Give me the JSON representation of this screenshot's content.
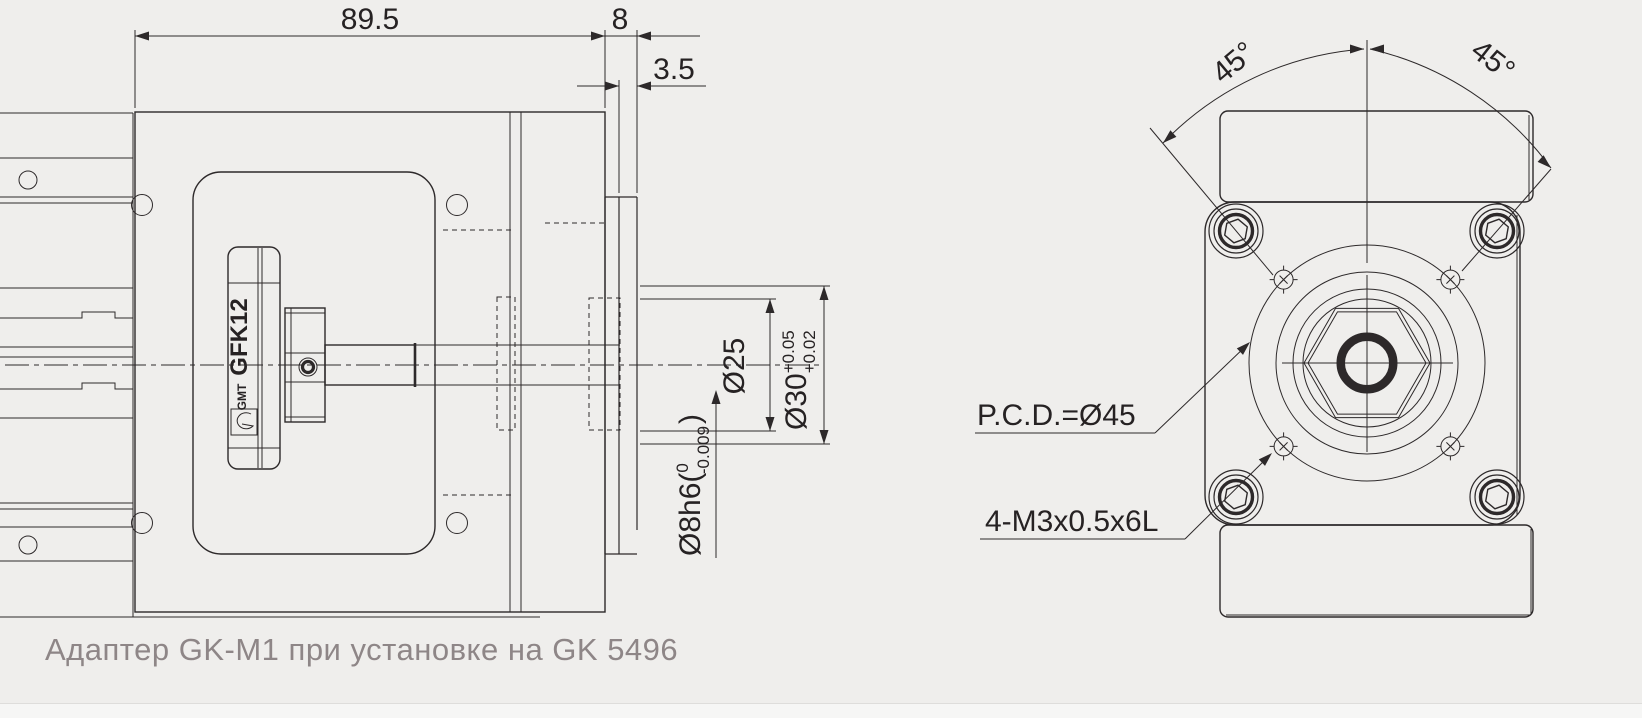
{
  "drawing": {
    "caption": "Адаптер GK-M1 при установке на GK 5496",
    "side": {
      "dim_length": "89.5",
      "dim_thickness": "8",
      "dim_step": "3.5",
      "dim_d25": "Ø25",
      "dim_d30": "Ø30",
      "d30_tol_up": "+0.05",
      "d30_tol_low": "+0.02",
      "d8_prefix": "Ø8h6(",
      "d8_tol_up": "0",
      "d8_tol_low": "-0.009",
      "d8_suffix": ")",
      "coupling_model": "GFK12",
      "coupling_brand": "GMT"
    },
    "front": {
      "angle_left": "45°",
      "angle_right": "45°",
      "pcd_label": "P.C.D.=Ø45",
      "screw_label": "4-M3x0.5x6L"
    },
    "colors": {
      "line": "#2d292a",
      "background": "#efeeec",
      "caption_text": "#8e8687"
    }
  }
}
